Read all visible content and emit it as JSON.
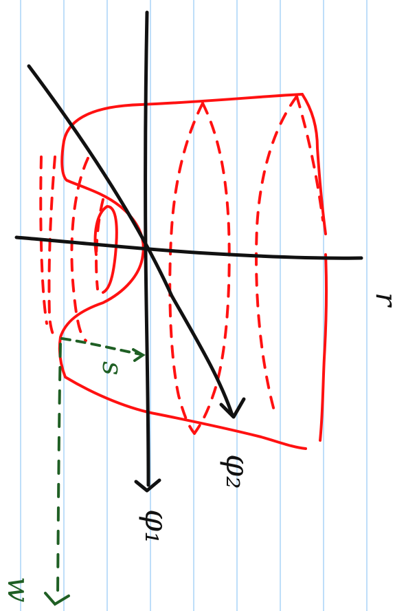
{
  "colors": {
    "paper": "#ffffff",
    "ruling": "#a9d3f7",
    "axis": "#111111",
    "surface": "#ff1111",
    "annotation": "#1f5f24"
  },
  "labels": {
    "axis_r": "r",
    "axis_phi1": "φ₁",
    "axis_phi2": "φ₂",
    "label_s": "s",
    "label_w": "w"
  }
}
